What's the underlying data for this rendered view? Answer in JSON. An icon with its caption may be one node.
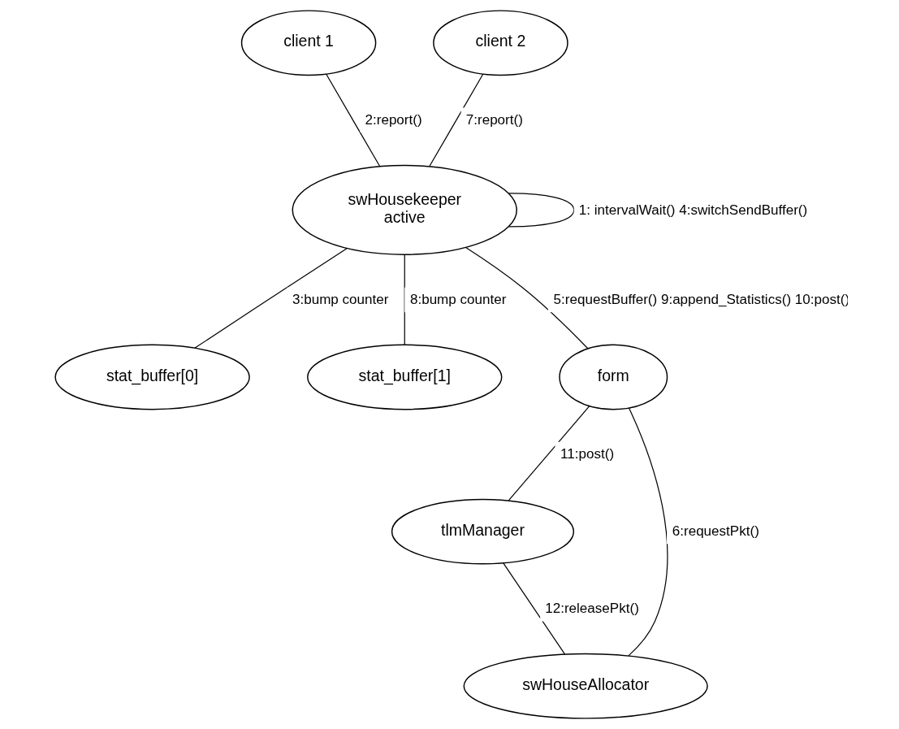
{
  "diagram": {
    "nodes": [
      {
        "text": [
          "client 1"
        ]
      },
      {
        "text": [
          "stat_buffer[0]"
        ]
      },
      {
        "text": [
          "swHousekeeper",
          "active"
        ]
      },
      {
        "text": [
          "client 2"
        ]
      },
      {
        "text": [
          "stat_buffer[1]"
        ]
      },
      {
        "text": [
          "form"
        ]
      },
      {
        "text": [
          "tlmManager"
        ]
      },
      {
        "text": [
          "swHouseAllocator"
        ]
      }
    ],
    "edges": [
      {
        "from": 2,
        "to": 2,
        "arrow": "none",
        "label": "1: intervalWait() 4:switchSendBuffer()"
      },
      {
        "from": 0,
        "to": 2,
        "arrow": "none",
        "label": "2:report()"
      },
      {
        "from": 2,
        "to": 1,
        "arrow": "none",
        "label": "3:bump counter"
      },
      {
        "from": 3,
        "to": 2,
        "arrow": "none",
        "label": "7:report()"
      },
      {
        "from": 2,
        "to": 4,
        "arrow": "none",
        "label": "8:bump counter"
      },
      {
        "from": 2,
        "to": 5,
        "arrow": "none",
        "label": "5:requestBuffer() 9:append_Statistics() 10:post()"
      },
      {
        "from": 5,
        "to": 6,
        "arrow": "none",
        "label": "11:post()"
      },
      {
        "from": 5,
        "to": 7,
        "arrow": "none",
        "label": "6:requestPkt()"
      },
      {
        "from": 6,
        "to": 7,
        "arrow": "none",
        "label": "12:releasePkt()"
      }
    ]
  }
}
